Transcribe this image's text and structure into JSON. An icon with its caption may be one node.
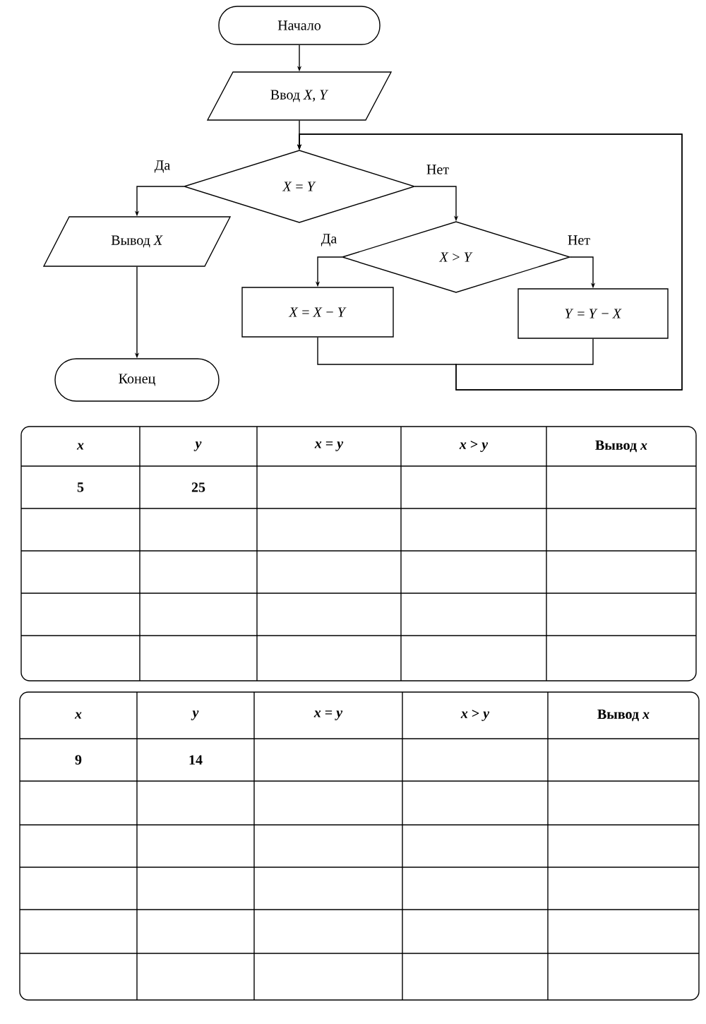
{
  "diagram": {
    "nodes": [
      {
        "text": [
          "Начало"
        ]
      },
      {
        "text": [
          "Ввод *X*, *Y*"
        ]
      },
      {
        "text": [
          "*X* = *Y*"
        ]
      },
      {
        "text": [
          "Вывод *X*"
        ]
      },
      {
        "text": [
          "*X* > *Y*"
        ]
      },
      {
        "text": [
          "*X* = *X* − *Y*"
        ]
      },
      {
        "text": [
          "*Y* = *Y* − *X*"
        ]
      },
      {
        "text": [
          "Конец"
        ]
      }
    ],
    "edges": [
      {
        "from": 0,
        "to": 1,
        "arrow": "to"
      },
      {
        "from": 1,
        "to": 2,
        "arrow": "to"
      },
      {
        "from": 2,
        "to": 3,
        "arrow": "to",
        "label": "Да"
      },
      {
        "from": 2,
        "to": 4,
        "arrow": "to",
        "label": "Нет"
      },
      {
        "from": 3,
        "to": 7,
        "arrow": "to"
      },
      {
        "from": 4,
        "to": 5,
        "arrow": "to",
        "label": "Да"
      },
      {
        "from": 4,
        "to": 6,
        "arrow": "to",
        "label": "Нет"
      },
      {
        "from": 5,
        "to": 2,
        "arrow": "to"
      },
      {
        "from": 6,
        "to": 2,
        "arrow": "to"
      }
    ],
    "labels": [
      "x",
      "y",
      "*x* = *y*",
      "*x* > *y*",
      "Вывод *x*",
      "5",
      "25",
      "x",
      "y",
      "*x* = *y*",
      "*x* > *y*",
      "Вывод *x*",
      "9",
      "14"
    ]
  }
}
